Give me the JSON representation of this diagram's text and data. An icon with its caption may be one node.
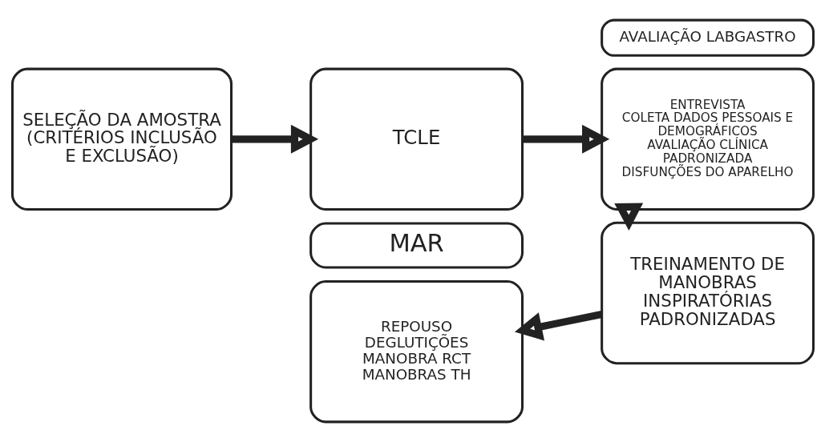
{
  "diagram": {
    "nodes": [
      {
        "text": [
          "SELEÇÃO DA AMOSTRA (CRITÉRIOS INCLUSÃO E EXCLUSÃO)"
        ]
      },
      {
        "text": [
          "TCLE"
        ]
      },
      {
        "text": [
          "AVALIAÇÃO LABGASTRO"
        ]
      },
      {
        "text": [
          "ENTREVISTA",
          "COLETA DADOS PESSOAIS E DEMOGRÁFICOS",
          "AVALIAÇÃO CLÍNICA PADRONIZADA",
          "DISFUNÇÕES DO APARELHO"
        ]
      },
      {
        "text": [
          "TREINAMENTO DE MANOBRAS INSPIRATÓRIAS PADRONIZADAS"
        ]
      },
      {
        "text": [
          "MAR"
        ]
      },
      {
        "text": [
          "REPOUSO",
          "DEGLUTIÇÕES",
          "MANOBRA RCT",
          "MANOBRAS TH"
        ]
      }
    ],
    "edges": [
      {
        "from": 0,
        "to": 1,
        "arrow": "to"
      },
      {
        "from": 1,
        "to": 3,
        "arrow": "to"
      },
      {
        "from": 3,
        "to": 4,
        "arrow": "to"
      },
      {
        "from": 4,
        "to": 6,
        "arrow": "to"
      }
    ]
  }
}
